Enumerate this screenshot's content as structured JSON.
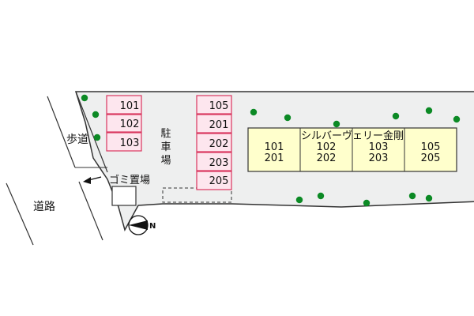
{
  "labels": {
    "sidewalk": "歩道",
    "road": "道路",
    "parking": [
      "駐",
      "車",
      "場"
    ],
    "garbage": "ゴミ置場",
    "building_name": "シルバーヴェリー金剛",
    "north": "N"
  },
  "parking_left": [
    "101",
    "102",
    "103"
  ],
  "parking_right": [
    "105",
    "201",
    "202",
    "203",
    "205"
  ],
  "building_units": [
    {
      "top": "101",
      "bottom": "201"
    },
    {
      "top": "102",
      "bottom": "202"
    },
    {
      "top": "103",
      "bottom": "203"
    },
    {
      "top": "105",
      "bottom": "205"
    }
  ],
  "colors": {
    "site_fill": "#eeefef",
    "parking_fill": "#fde6ee",
    "parking_stroke": "#d9365f",
    "building_fill": "#ffffcc",
    "tree": "#0c8a25"
  }
}
